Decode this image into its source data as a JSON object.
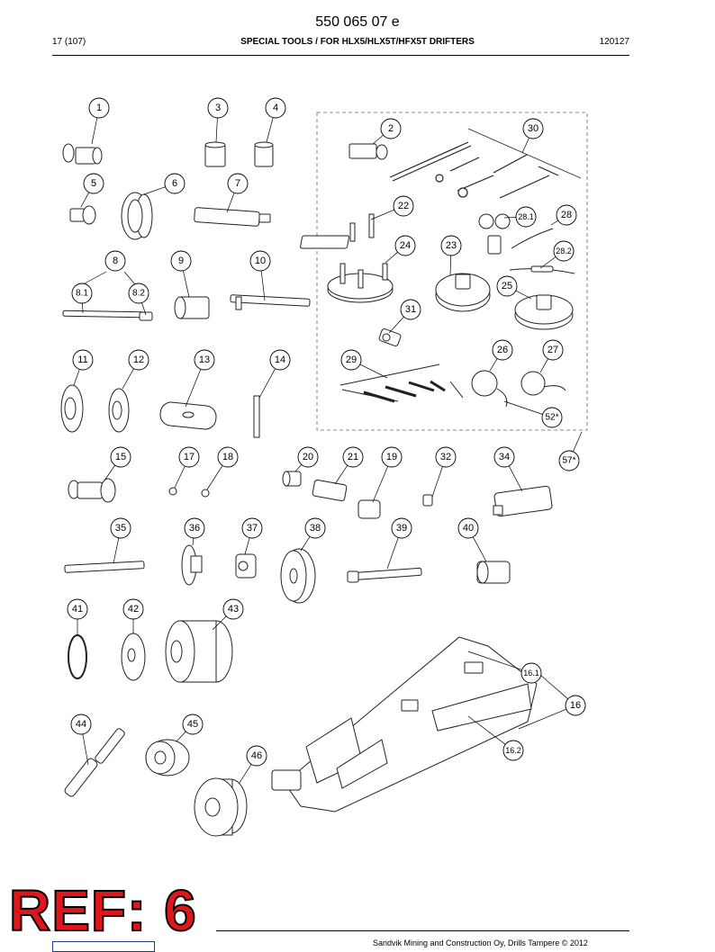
{
  "header": {
    "document_number": "550 065 07 e",
    "page": "17 (107)",
    "title": "SPECIAL TOOLS / FOR HLX5/HLX5T/HFX5T DRIFTERS",
    "date_code": "120127"
  },
  "stamp": "REF: 6",
  "footer": {
    "text": "Sandvik Mining and Construction Oy, Drills Tampere © 2012"
  },
  "callouts": [
    {
      "label": "1"
    },
    {
      "label": "3"
    },
    {
      "label": "4"
    },
    {
      "label": "2"
    },
    {
      "label": "30"
    },
    {
      "label": "5"
    },
    {
      "label": "6"
    },
    {
      "label": "7"
    },
    {
      "label": "22"
    },
    {
      "label": "28.1"
    },
    {
      "label": "28"
    },
    {
      "label": "8"
    },
    {
      "label": "9"
    },
    {
      "label": "10"
    },
    {
      "label": "24"
    },
    {
      "label": "23"
    },
    {
      "label": "28.2"
    },
    {
      "label": "8.1"
    },
    {
      "label": "8.2"
    },
    {
      "label": "25"
    },
    {
      "label": "31"
    },
    {
      "label": "26"
    },
    {
      "label": "27"
    },
    {
      "label": "11"
    },
    {
      "label": "12"
    },
    {
      "label": "13"
    },
    {
      "label": "14"
    },
    {
      "label": "29"
    },
    {
      "label": "52*"
    },
    {
      "label": "57*"
    },
    {
      "label": "15"
    },
    {
      "label": "17"
    },
    {
      "label": "18"
    },
    {
      "label": "20"
    },
    {
      "label": "21"
    },
    {
      "label": "19"
    },
    {
      "label": "32"
    },
    {
      "label": "34"
    },
    {
      "label": "35"
    },
    {
      "label": "36"
    },
    {
      "label": "37"
    },
    {
      "label": "38"
    },
    {
      "label": "39"
    },
    {
      "label": "40"
    },
    {
      "label": "41"
    },
    {
      "label": "42"
    },
    {
      "label": "43"
    },
    {
      "label": "16.1"
    },
    {
      "label": "16"
    },
    {
      "label": "44"
    },
    {
      "label": "45"
    },
    {
      "label": "16.2"
    },
    {
      "label": "46"
    }
  ]
}
